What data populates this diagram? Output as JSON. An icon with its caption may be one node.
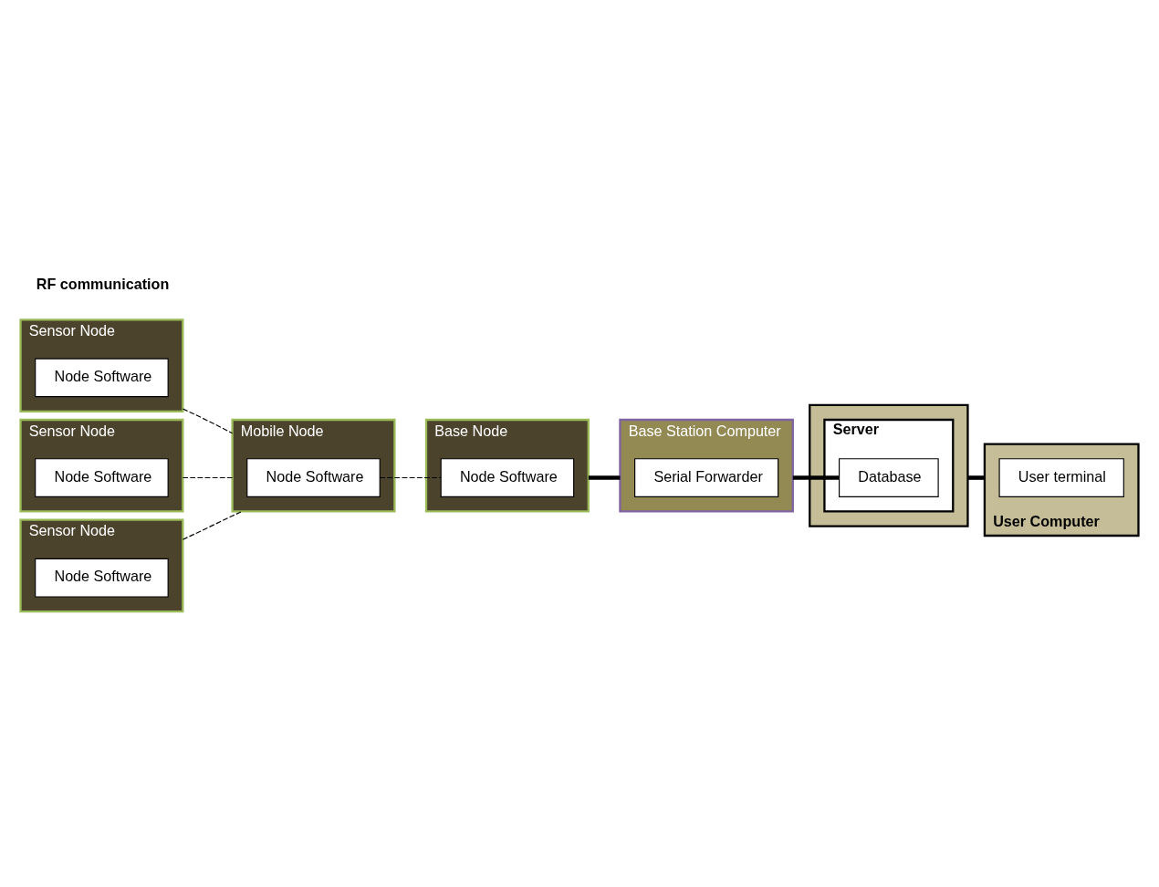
{
  "diagram": {
    "nodes": [
      {
        "text": [
          "Base Station Computer"
        ]
      },
      {
        "text": [
          "Serial Forwarder"
        ],
        "in": 0
      },
      {
        "text": [
          "Sensor Node"
        ]
      },
      {
        "text": [
          "Node Software"
        ],
        "in": 2
      },
      {
        "text": [
          "Sensor Node"
        ]
      },
      {
        "text": [
          "Node Software"
        ],
        "in": 4
      },
      {
        "text": [
          "Mobile Node"
        ]
      },
      {
        "text": [
          "Node Software"
        ],
        "in": 6
      },
      {
        "text": [
          "Base Node"
        ]
      },
      {
        "text": [
          "Node Software"
        ],
        "in": 8
      },
      {
        "text": [],
        "shape": "box"
      },
      {
        "text": [
          "Server"
        ],
        "in": 10
      },
      {
        "text": [
          "Database"
        ],
        "in": 11
      },
      {
        "text": [
          "Sensor Node"
        ]
      },
      {
        "text": [
          "Node Software"
        ],
        "in": 13
      },
      {
        "text": [
          "User Computer"
        ]
      },
      {
        "text": [
          "User terminal"
        ],
        "in": 15
      }
    ],
    "edges": [
      {
        "from": 2,
        "to": 6,
        "arrow": "none",
        "style": "dashed"
      },
      {
        "from": 4,
        "to": 6,
        "arrow": "none",
        "style": "dashed"
      },
      {
        "from": 13,
        "to": 6,
        "arrow": "none",
        "style": "dashed"
      },
      {
        "from": 7,
        "to": 9,
        "arrow": "none",
        "style": "dashed"
      },
      {
        "from": 8,
        "to": 0,
        "arrow": "none",
        "style": "thick"
      },
      {
        "from": 0,
        "to": 12,
        "arrow": "none",
        "style": "thick"
      },
      {
        "from": 10,
        "to": 15,
        "arrow": "none",
        "style": "thick"
      }
    ],
    "labels": [
      "RF communication"
    ]
  }
}
